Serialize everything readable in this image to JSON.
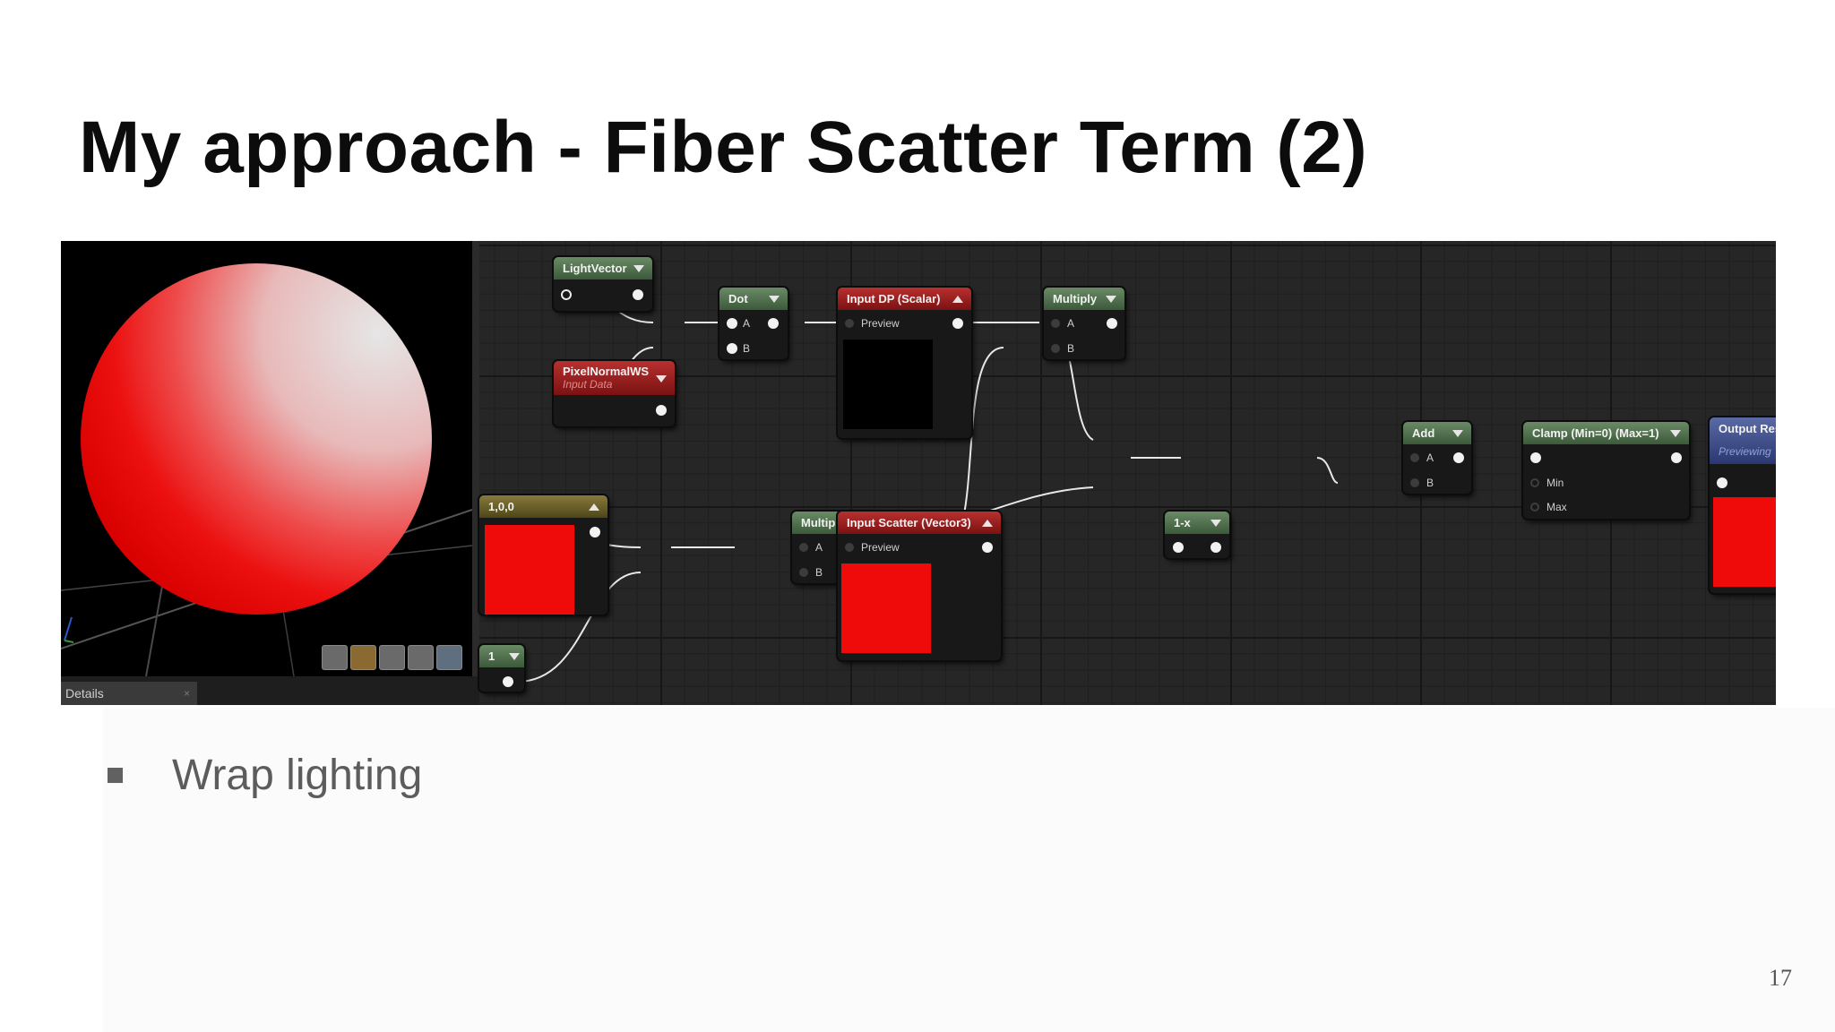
{
  "slide": {
    "title": "My approach - Fiber Scatter Term (2)",
    "bullets": [
      "Wrap lighting"
    ],
    "page_number": "17"
  },
  "colors": {
    "preview_red": "#f00b0b",
    "node_header_green": "#4e6e4b",
    "node_header_red": "#9b1c1c",
    "node_header_olive": "#6a5f28",
    "node_header_blue": "#3d4b8a",
    "graph_background": "#262626"
  },
  "editor": {
    "details_tab": {
      "label": "Details",
      "close": "×"
    },
    "viewport_toolbar": [
      "cylinder-icon",
      "sphere-icon",
      "plane-icon",
      "cube-icon",
      "teapot-icon"
    ],
    "nodes": {
      "light_vector": {
        "title": "LightVector"
      },
      "pixel_normal": {
        "title": "PixelNormalWS",
        "subtitle": "Input Data"
      },
      "dot": {
        "title": "Dot",
        "pins": [
          "A",
          "B"
        ]
      },
      "input_dp": {
        "title": "Input DP (Scalar)",
        "pin": "Preview"
      },
      "multiply_top": {
        "title": "Multiply",
        "pins": [
          "A",
          "B"
        ]
      },
      "constant_vec": {
        "title": "1,0,0"
      },
      "multiply_bottom": {
        "title": "Multiply",
        "pins": [
          "A",
          "B"
        ]
      },
      "input_scatter": {
        "title": "Input Scatter (Vector3)",
        "pin": "Preview"
      },
      "one_minus": {
        "title": "1-x"
      },
      "constant_one": {
        "title": "1"
      },
      "add": {
        "title": "Add",
        "pins": [
          "A",
          "B"
        ]
      },
      "clamp": {
        "title": "Clamp (Min=0) (Max=1)",
        "pins": [
          "Min",
          "Max"
        ]
      },
      "output": {
        "title": "Output Result",
        "subtitle": "Previewing"
      }
    }
  }
}
